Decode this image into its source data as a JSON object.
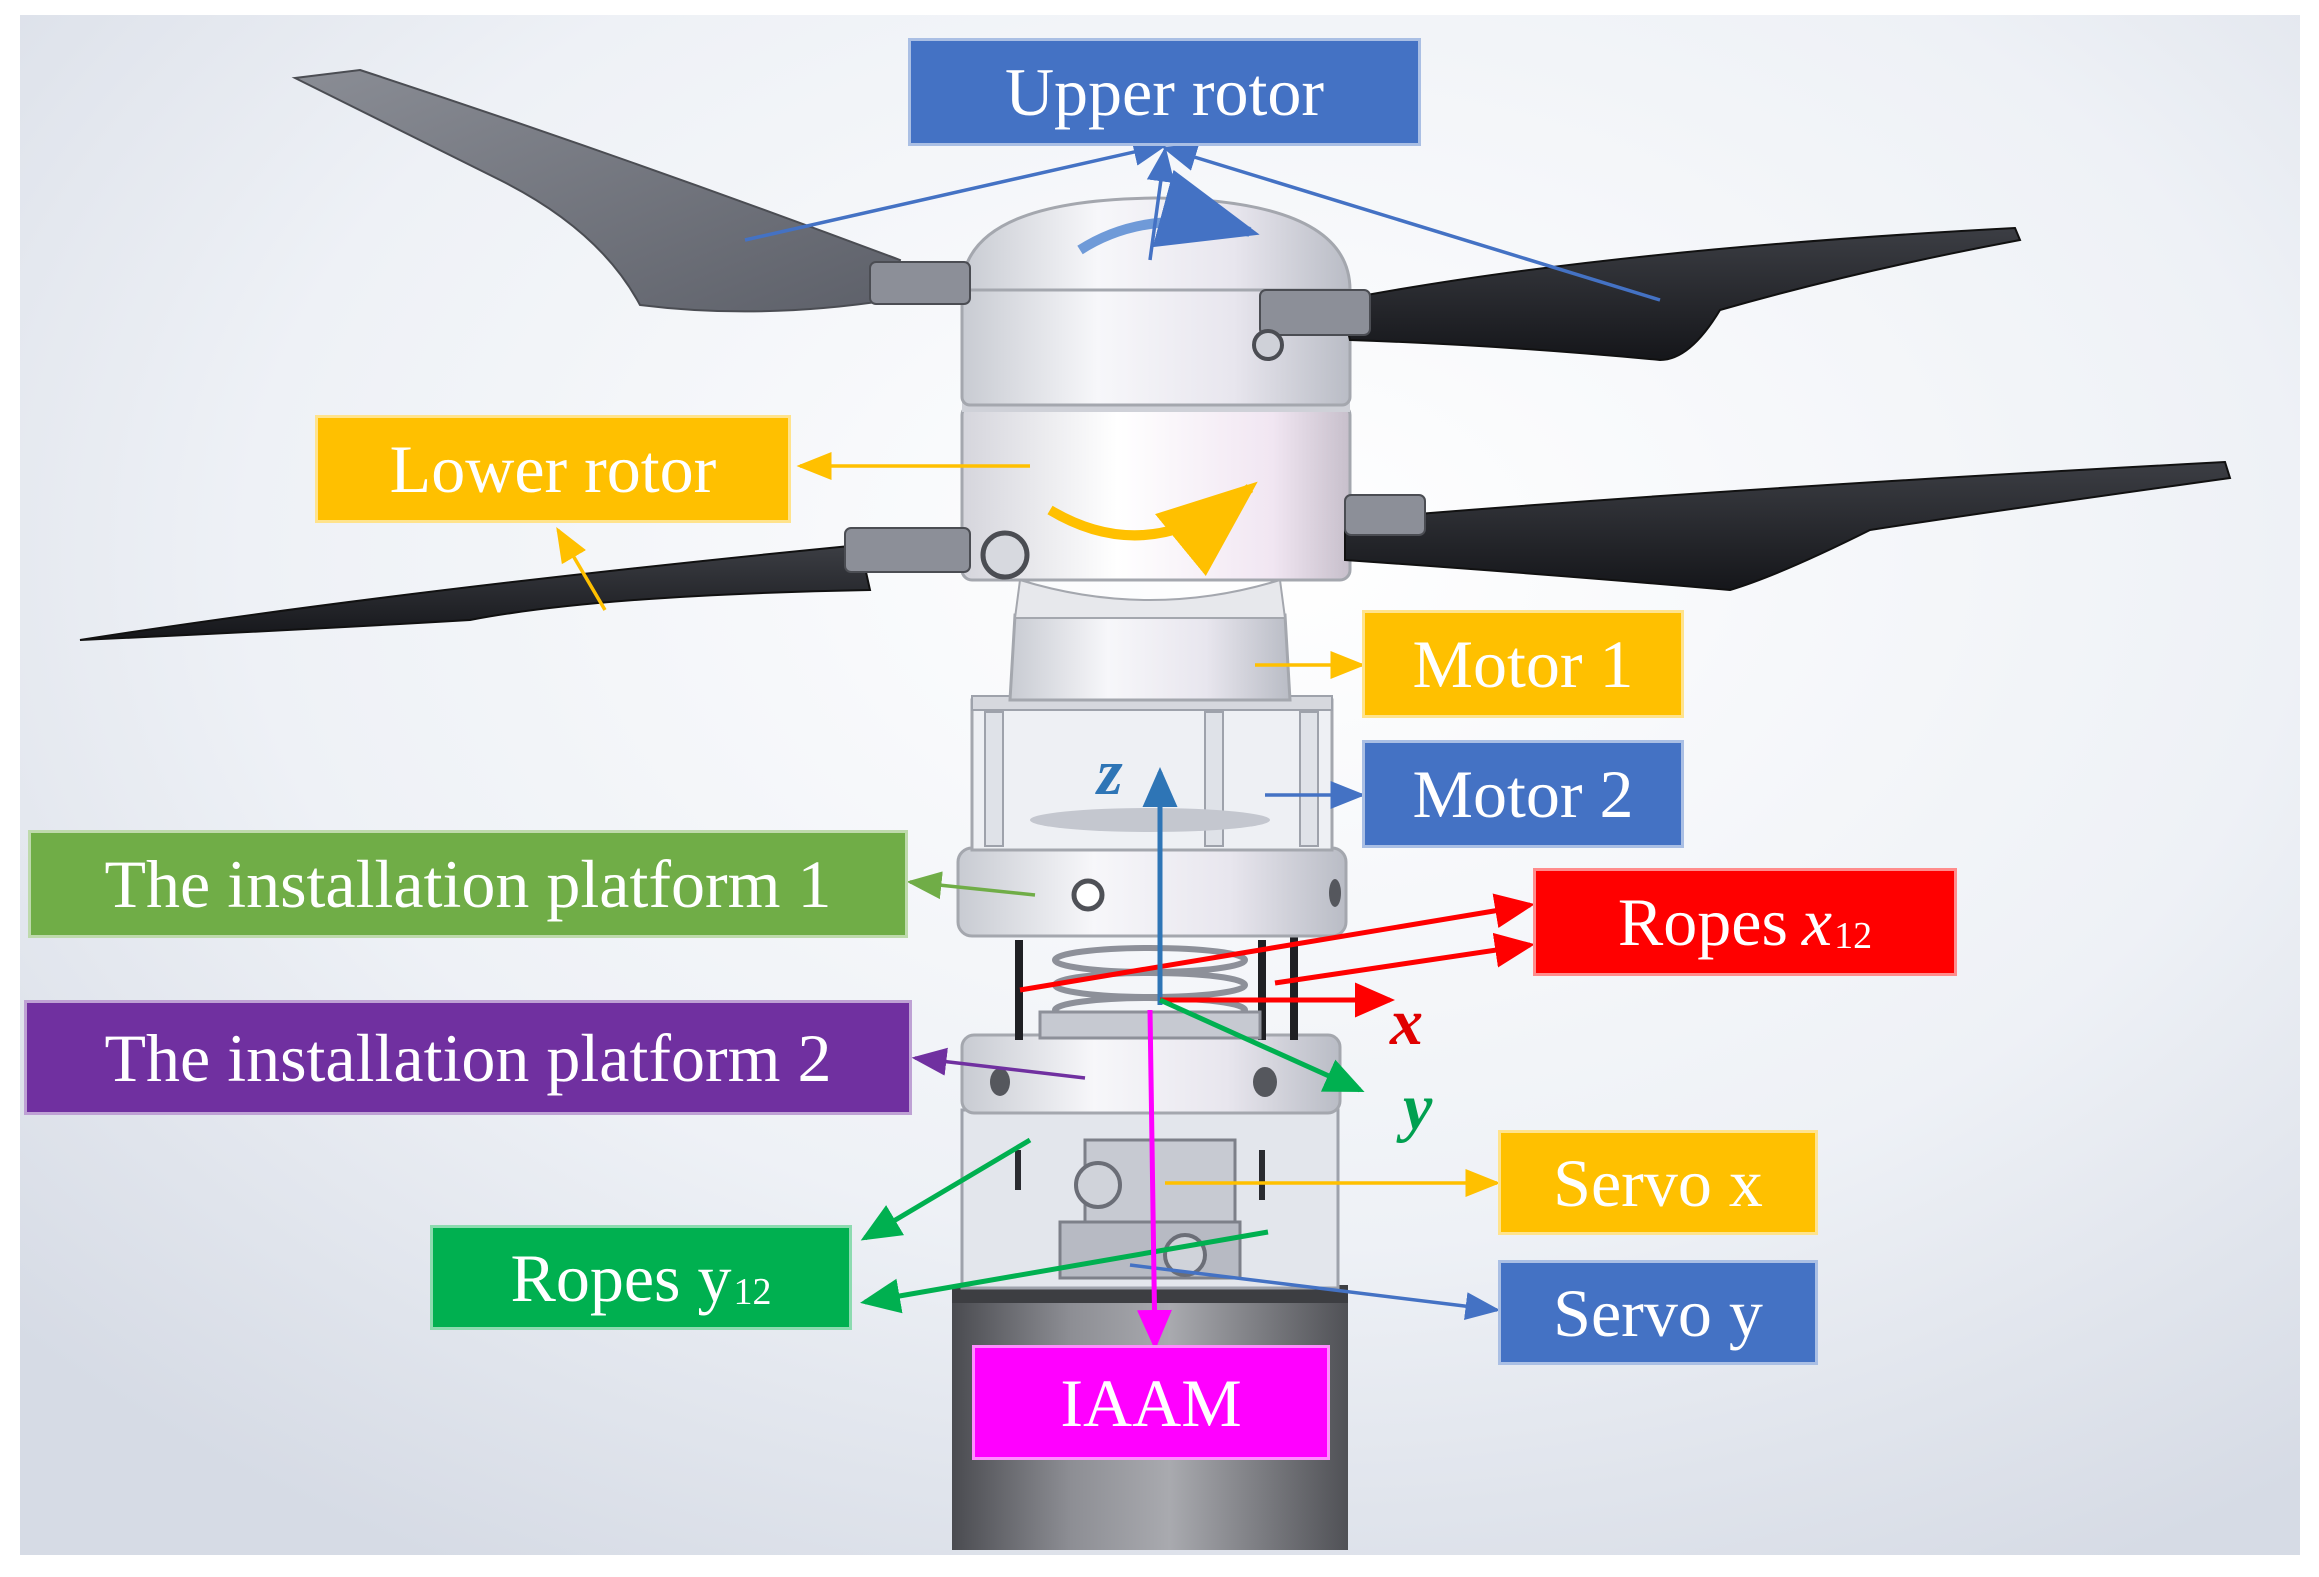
{
  "labels": {
    "upper_rotor": "Upper rotor",
    "lower_rotor": "Lower rotor",
    "motor_1": "Motor 1",
    "motor_2": "Motor 2",
    "platform_1": "The installation platform 1",
    "platform_2": "The installation platform 2",
    "ropes_x_prefix": "Ropes",
    "ropes_x_var": "x",
    "ropes_x_sub": "12",
    "ropes_y_prefix": "Ropes y",
    "ropes_y_sub": "12",
    "servo_x": "Servo x",
    "servo_y": "Servo y",
    "iaam": "IAAM"
  },
  "axes": {
    "x": "x",
    "y": "y",
    "z": "z"
  },
  "colors": {
    "blue": "#4472c4",
    "yellow": "#ffc000",
    "green": "#70ad47",
    "dark_green": "#00b050",
    "purple": "#7030a0",
    "red": "#ff0000",
    "magenta": "#ff00ff",
    "axis_z": "#2e75b6",
    "axis_x": "#e00000",
    "axis_y": "#00a050"
  }
}
